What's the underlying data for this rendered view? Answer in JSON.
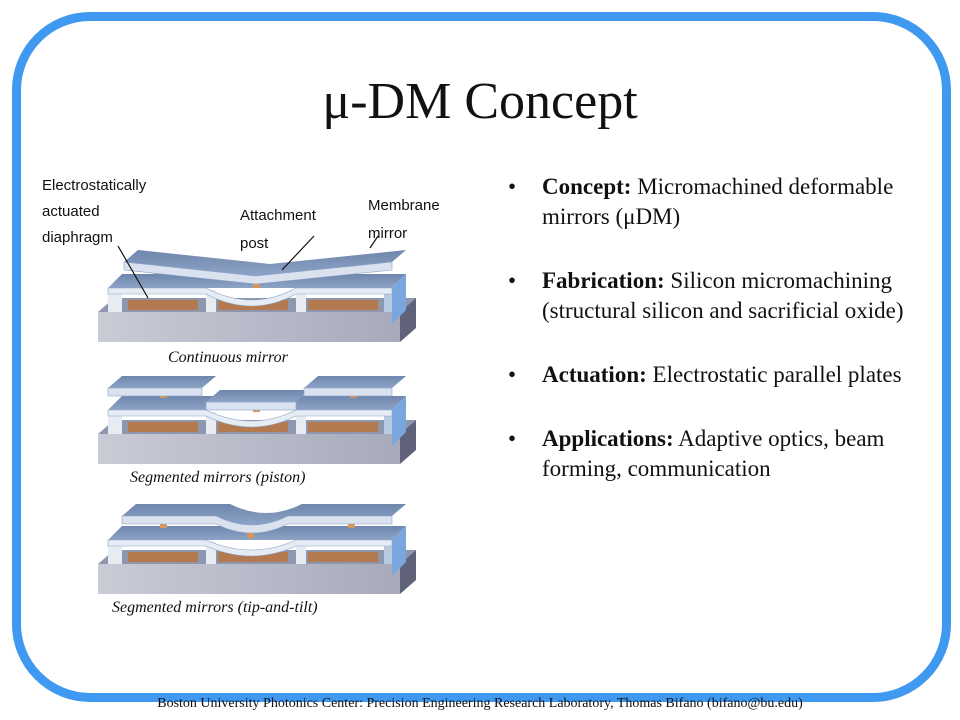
{
  "slide": {
    "title": "μ-DM Concept",
    "footer": "Boston University Photonics Center: Precision Engineering Research Laboratory, Thomas Bifano (bifano@bu.edu)"
  },
  "bullets": [
    {
      "head": "Concept:",
      "text": " Micromachined deformable mirrors (μDM)"
    },
    {
      "head": "Fabrication:",
      "text": " Silicon micromachining (structural silicon and sacrificial oxide)"
    },
    {
      "head": "Actuation:",
      "text": " Electrostatic parallel plates"
    },
    {
      "head": "Applications:",
      "text": " Adaptive optics, beam forming, communication"
    }
  ],
  "diagram": {
    "labels": {
      "diaphragm": [
        "Electrostatically",
        "actuated",
        "diaphragm"
      ],
      "post": [
        "Attachment",
        "post"
      ],
      "membrane": [
        "Membrane",
        "mirror"
      ]
    },
    "captions": {
      "continuous": "Continuous mirror",
      "piston": "Segmented mirrors (piston)",
      "tiptilt": "Segmented mirrors (tip-and-tilt)"
    }
  },
  "colors": {
    "frame": "#3f99f0",
    "mirror_top": "#7f95b8",
    "mirror_front": "#9fb6d6",
    "diaphragm": "#c8d4e4",
    "post": "#d9965a",
    "electrode": "#b37a4f",
    "base_top": "#9aa3b8",
    "base_front": "#b5b7c5",
    "base_side": "#5f6278"
  }
}
